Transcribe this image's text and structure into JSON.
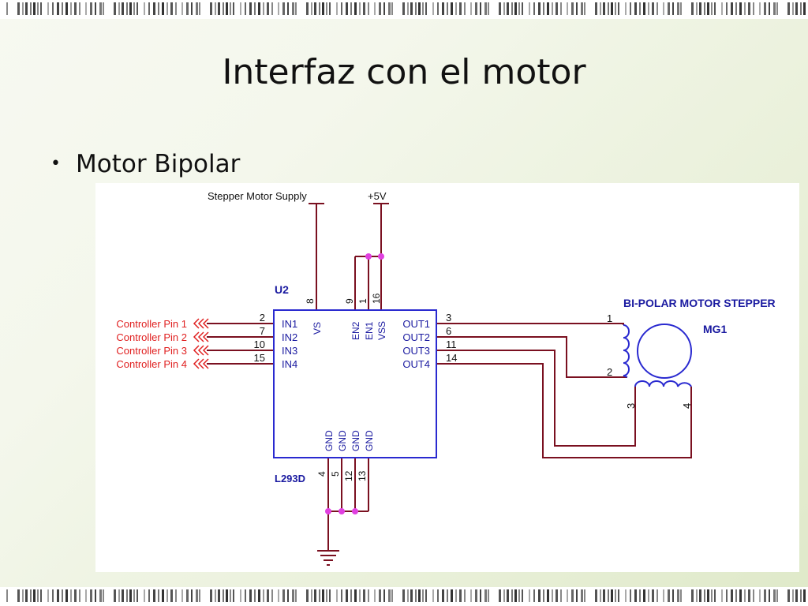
{
  "slide": {
    "title": "Interfaz con el motor",
    "bullet": "Motor Bipolar"
  },
  "colors": {
    "wire": "#7a1020",
    "signal_red": "#e02020",
    "chip_border": "#2a2ad0",
    "chip_text": "#1a1aa0",
    "junction": "#e040e0",
    "label_text": "#111111"
  },
  "diagram": {
    "supply_label": "Stepper Motor Supply",
    "plus5_label": "+5V",
    "chip_ref": "U2",
    "chip_part": "L293D",
    "motor_title": "BI-POLAR MOTOR STEPPER",
    "motor_ref": "MG1",
    "controller_pins": [
      "Controller Pin 1",
      "Controller Pin 2",
      "Controller Pin 3",
      "Controller Pin 4"
    ],
    "input_pin_numbers": [
      "2",
      "7",
      "10",
      "15"
    ],
    "input_names": [
      "IN1",
      "IN2",
      "IN3",
      "IN4"
    ],
    "output_names": [
      "OUT1",
      "OUT2",
      "OUT3",
      "OUT4"
    ],
    "output_pin_numbers": [
      "3",
      "6",
      "11",
      "14"
    ],
    "top_pin_names": [
      "VS",
      "EN2",
      "EN1",
      "VSS"
    ],
    "top_pin_numbers": [
      "8",
      "9",
      "1",
      "16"
    ],
    "gnd_names": [
      "GND",
      "GND",
      "GND",
      "GND"
    ],
    "gnd_pin_numbers": [
      "4",
      "5",
      "12",
      "13"
    ],
    "coil_a_pins": [
      "1",
      "2"
    ],
    "coil_b_pins": [
      "3",
      "4"
    ]
  }
}
